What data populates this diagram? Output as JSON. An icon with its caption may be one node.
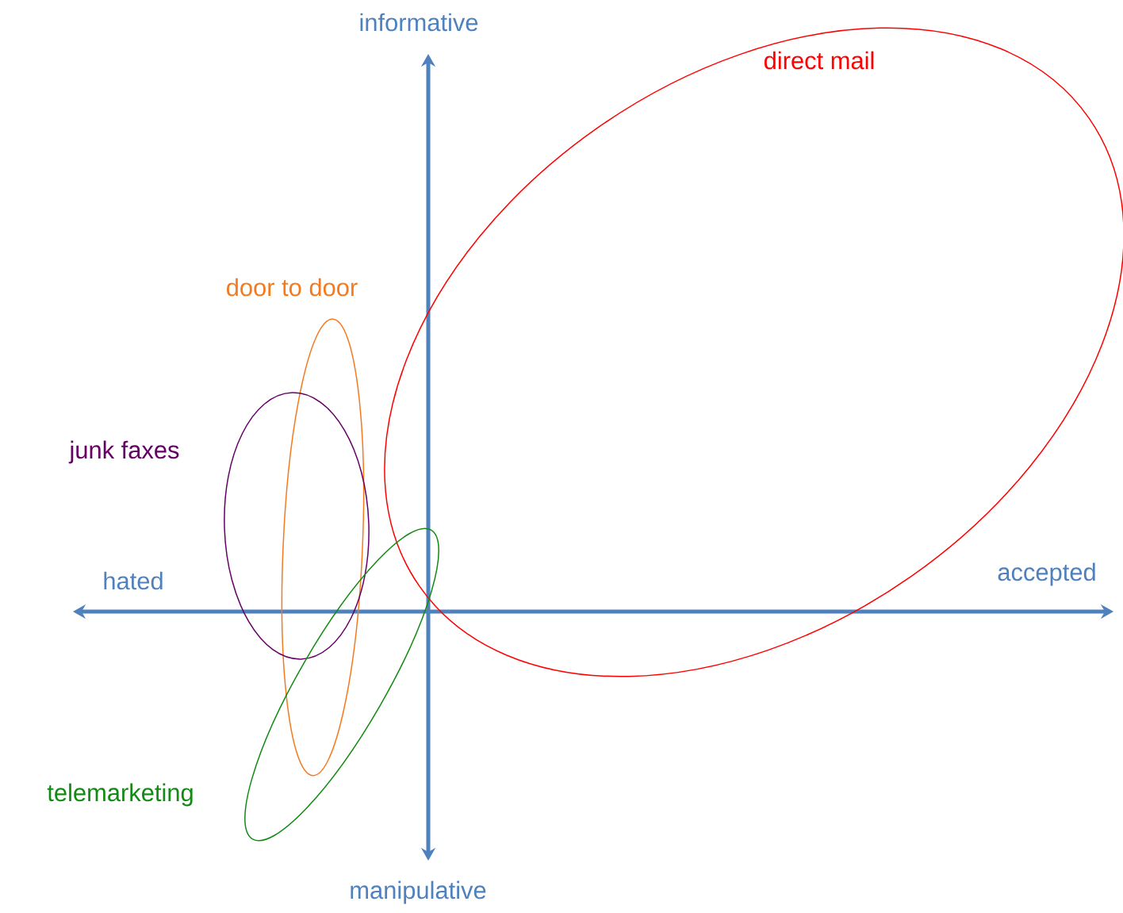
{
  "diagram": {
    "nodes": [
      {
        "text": [
          "direct mail"
        ]
      },
      {
        "text": [
          "door to door"
        ]
      },
      {
        "text": [
          "junk faxes"
        ]
      },
      {
        "text": [
          "telemarketing"
        ]
      }
    ],
    "labels": [
      "informative",
      "hated",
      "accepted",
      "manipulative"
    ]
  }
}
